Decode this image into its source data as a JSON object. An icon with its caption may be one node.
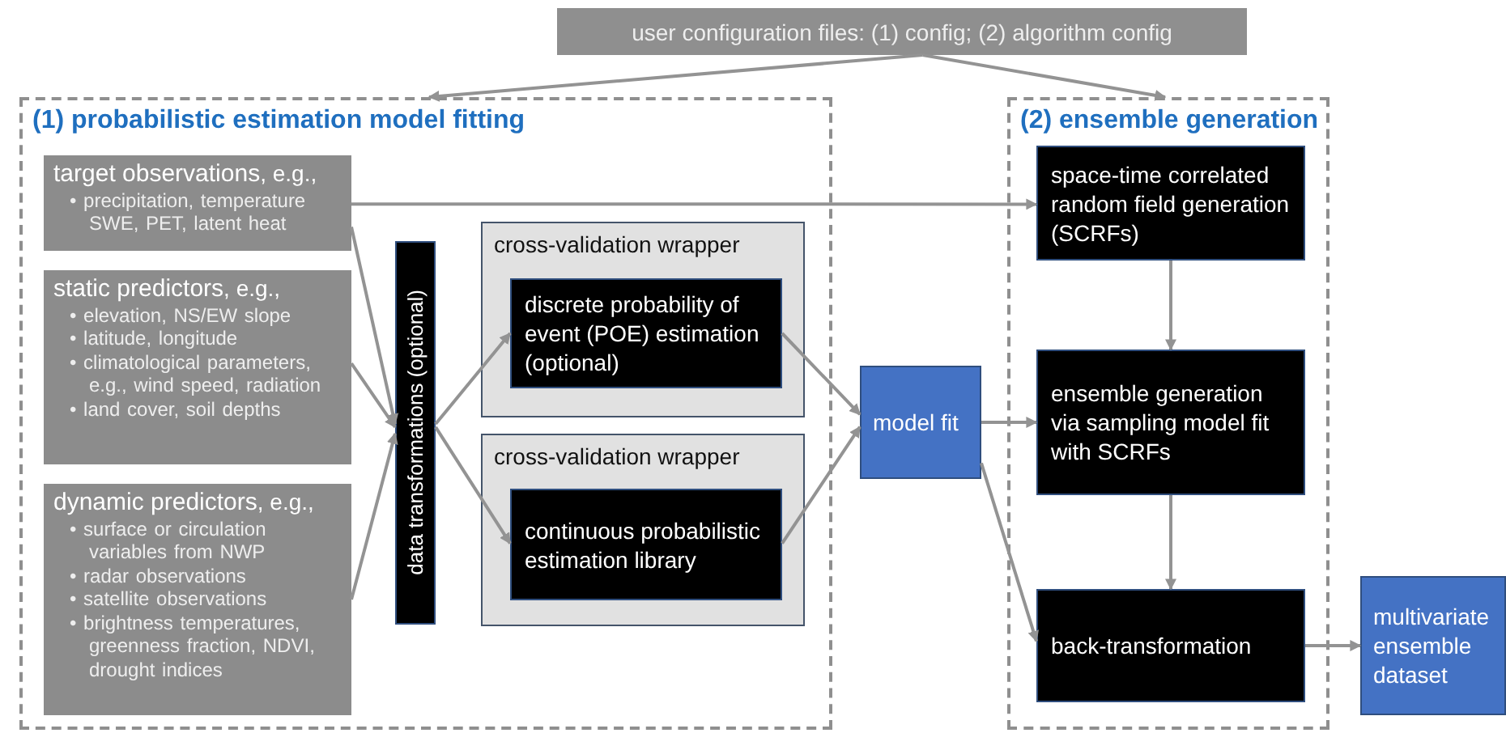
{
  "diagram": {
    "nodes": [
      {
        "text": [
          "user configuration files:  (1) config; (2) algorithm config"
        ]
      },
      {
        "text": [
          "(1) probabilistic estimation model fitting"
        ]
      },
      {
        "text": [
          "**target observations**, e.g.,",
          "• precipitation, temperature SWE, PET, latent heat"
        ],
        "in": 1
      },
      {
        "text": [
          "**static predictors**, e.g.,",
          "• elevation, NS/EW slope",
          "• latitude, longitude",
          "• climatological parameters, e.g., wind speed, radiation",
          "• land cover, soil depths"
        ],
        "in": 1
      },
      {
        "text": [
          "**dynamic predictors**, e.g.,",
          "• surface or circulation variables from NWP",
          "• radar observations",
          "• satellite observations",
          "• brightness temperatures, greenness fraction, NDVI, drought indices"
        ],
        "in": 1
      },
      {
        "text": [
          "data transformations (optional)"
        ],
        "in": 1
      },
      {
        "text": [
          "cross-validation wrapper"
        ],
        "in": 1
      },
      {
        "text": [
          "discrete probability of event (POE) estimation (optional)"
        ],
        "in": 6
      },
      {
        "text": [
          "cross-validation wrapper"
        ],
        "in": 1
      },
      {
        "text": [
          "continuous probabilistic estimation library"
        ],
        "in": 8
      },
      {
        "text": [
          "model fit"
        ]
      },
      {
        "text": [
          "(2) ensemble generation"
        ]
      },
      {
        "text": [
          "space-time correlated random field generation  (SCRFs)"
        ],
        "in": 11
      },
      {
        "text": [
          "ensemble generation via sampling model fit with SCRFs"
        ],
        "in": 11
      },
      {
        "text": [
          "back-transformation"
        ],
        "in": 11
      },
      {
        "text": [
          "multivariate ensemble dataset"
        ]
      }
    ],
    "edges": [
      {
        "from": 0,
        "to": 1,
        "arrow": "to"
      },
      {
        "from": 0,
        "to": 11,
        "arrow": "to"
      },
      {
        "from": 2,
        "to": 12,
        "arrow": "to"
      },
      {
        "from": 2,
        "to": 5,
        "arrow": "to"
      },
      {
        "from": 3,
        "to": 5,
        "arrow": "to"
      },
      {
        "from": 4,
        "to": 5,
        "arrow": "to"
      },
      {
        "from": 5,
        "to": 7,
        "arrow": "to"
      },
      {
        "from": 5,
        "to": 9,
        "arrow": "to"
      },
      {
        "from": 7,
        "to": 10,
        "arrow": "to"
      },
      {
        "from": 9,
        "to": 10,
        "arrow": "to"
      },
      {
        "from": 10,
        "to": 13,
        "arrow": "to"
      },
      {
        "from": 10,
        "to": 14,
        "arrow": "to"
      },
      {
        "from": 12,
        "to": 13,
        "arrow": "to"
      },
      {
        "from": 13,
        "to": 14,
        "arrow": "to"
      },
      {
        "from": 14,
        "to": 15,
        "arrow": "to"
      }
    ]
  }
}
